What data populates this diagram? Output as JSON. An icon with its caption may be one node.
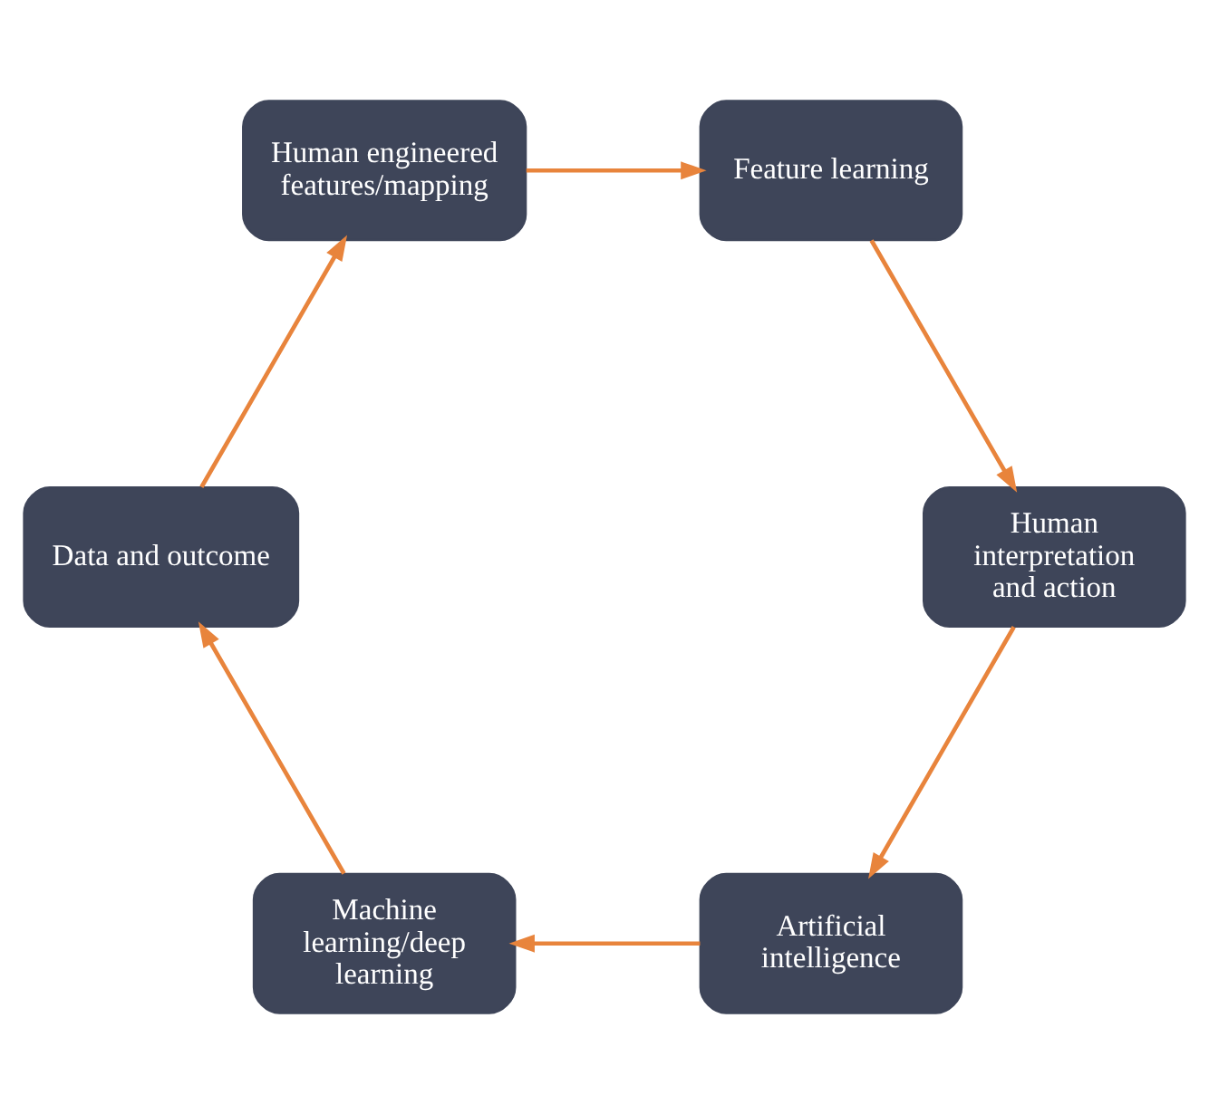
{
  "diagram": {
    "nodes": [
      {
        "text": [
          "Artificial intelligence"
        ]
      },
      {
        "text": [
          "Machine learning/deep learning"
        ]
      },
      {
        "text": [
          "Data and outcome"
        ]
      },
      {
        "text": [
          "Human engineered features/mapping"
        ]
      },
      {
        "text": [
          "Feature learning"
        ]
      },
      {
        "text": [
          "Human interpretation and action"
        ]
      }
    ],
    "edges": [
      {
        "from": 0,
        "to": 1,
        "arrow": "to"
      },
      {
        "from": 1,
        "to": 2,
        "arrow": "to"
      },
      {
        "from": 2,
        "to": 3,
        "arrow": "to"
      },
      {
        "from": 3,
        "to": 4,
        "arrow": "to"
      },
      {
        "from": 4,
        "to": 5,
        "arrow": "to"
      },
      {
        "from": 5,
        "to": 0,
        "arrow": "to"
      }
    ]
  }
}
